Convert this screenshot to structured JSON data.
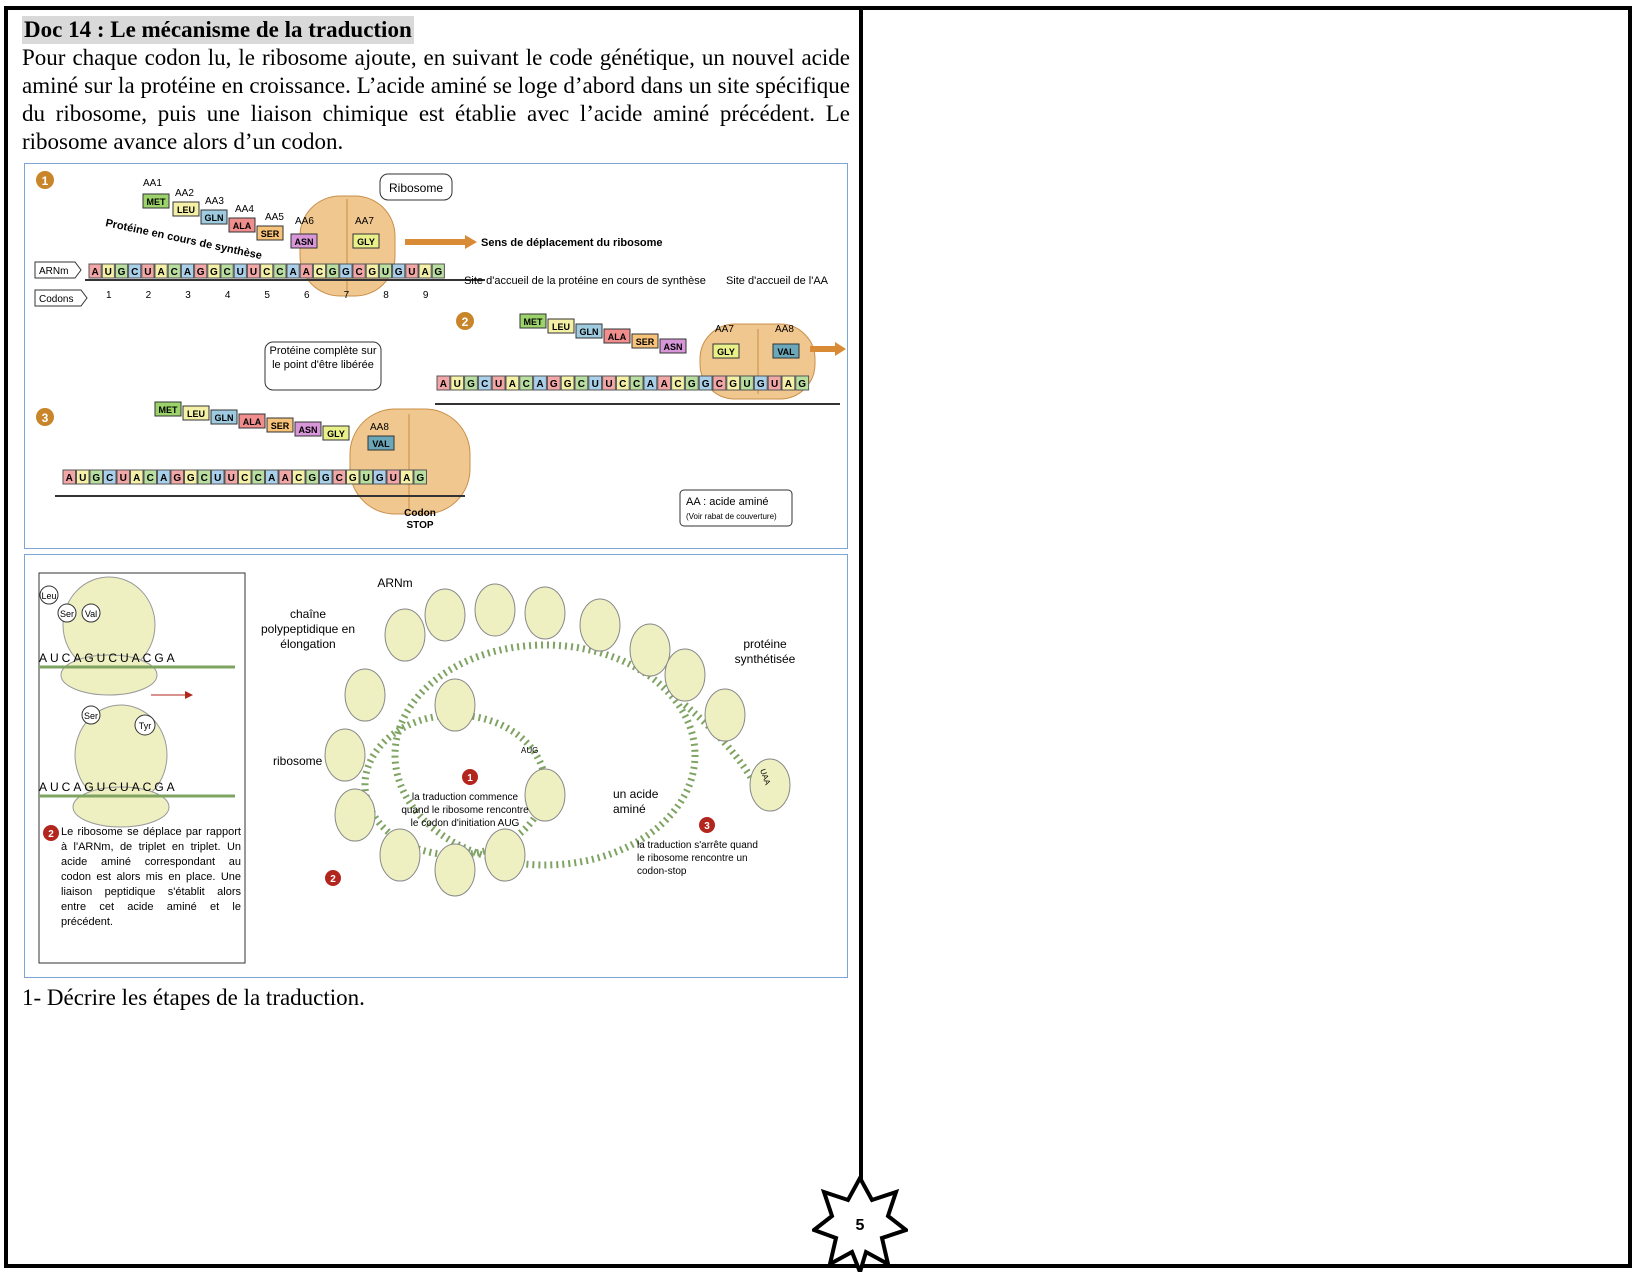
{
  "doc": {
    "title": "Doc 14 : Le mécanisme de la traduction",
    "intro": "Pour chaque codon lu, le ribosome ajoute, en suivant le code génétique, un nouvel acide aminé sur la protéine en croissance. L’acide aminé se loge d’abord dans un site spécifique du ribosome, puis une liaison chimique est établie avec l’acide aminé précédent. Le ribosome avance alors d’un codon."
  },
  "figure1": {
    "step1": "1",
    "step2": "2",
    "step3": "3",
    "ribosome_label": "Ribosome",
    "direction_label": "Sens de déplacement du ribosome",
    "protein_label": "Protéine en cours de synthèse",
    "arnm_tag": "ARNm",
    "codons_tag": "Codons",
    "aa_labels": [
      "AA1",
      "AA2",
      "AA3",
      "AA4",
      "AA5",
      "AA6",
      "AA7",
      "AA8"
    ],
    "amino_acids": [
      "MET",
      "LEU",
      "GLN",
      "ALA",
      "SER",
      "ASN",
      "GLY",
      "VAL"
    ],
    "sequence": "AUGCUACAGGCUUCCAACGGCGUGUAG",
    "codon_numbers": [
      "1",
      "2",
      "3",
      "4",
      "5",
      "6",
      "7",
      "8",
      "9"
    ],
    "site_protein_label": "Site d'accueil de la protéine en cours de synthèse",
    "site_aa_label": "Site d'accueil de l'AA",
    "complete_protein_label": "Protéine complète sur le point d'être libérée",
    "codon_stop_label": "Codon STOP",
    "legend_title": "AA : acide aminé",
    "legend_sub": "(Voir rabat de couverture)"
  },
  "figure2": {
    "inset_seq1": "AUCAGUCUACGA",
    "inset_seq2": "AUCAGUCUACGA",
    "inset_aa": [
      "Ser",
      "Leu",
      "Ser",
      "Val",
      "Tyr"
    ],
    "inset_caption": "Le ribosome se déplace par rapport à l'ARNm, de triplet en triplet. Un acide aminé correspondant au codon est alors mis en place. Une liaison peptidique s'établit alors entre cet acide aminé et le précédent.",
    "step1": "1",
    "step2": "2",
    "step3": "3",
    "arnm_label": "ARNm",
    "chain_label": "chaîne polypeptidique en élongation",
    "protein_label": "protéine synthétisée",
    "ribosome_label": "ribosome",
    "aa_label": "un acide aminé",
    "start_text": "la traduction commence quand le ribosome rencontre le codon d'initiation AUG",
    "stop_text": "la traduction s'arrête quand le ribosome rencontre un codon-stop",
    "aug": "AUG",
    "uaa": "UAA"
  },
  "question": "1- Décrire les étapes de la traduction.",
  "page_number": "5",
  "colors": {
    "ribosome": "#f0c78f",
    "ribosome_alt": "#eef0c2",
    "strand": "#7fa462",
    "border_blue": "#7aa6d6",
    "step_badge": "#c9852a",
    "red_badge": "#b3261e"
  }
}
